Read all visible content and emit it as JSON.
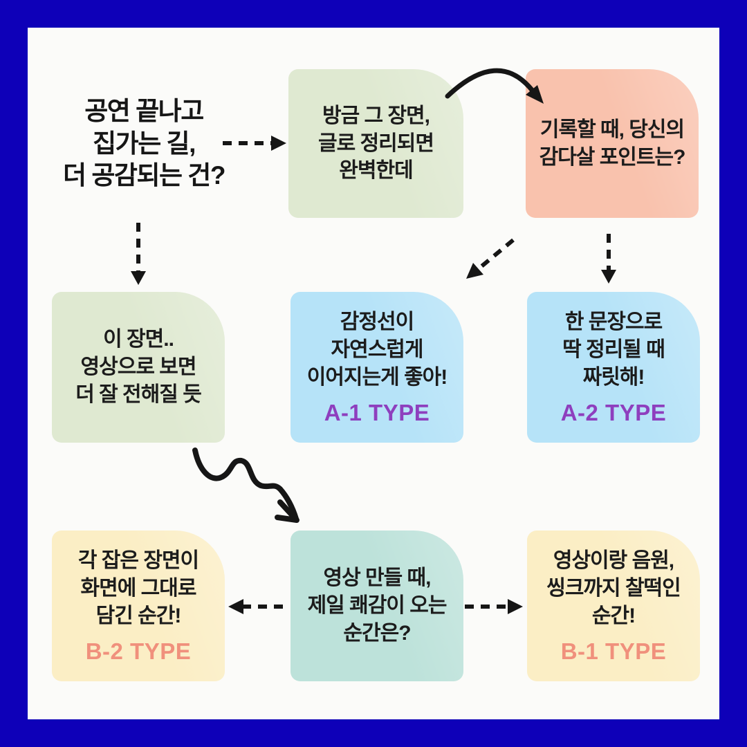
{
  "colors": {
    "frame": "#0E00B8",
    "canvas_bg": "#FBFBF9",
    "box_green": "#DFE9D1",
    "box_salmon": "#F9C2AD",
    "box_blue": "#B6E3F8",
    "box_teal": "#BDE2DA",
    "box_yellow": "#FBEEC5",
    "type_a_purple": "#8E3FBE",
    "type_b_coral": "#F0907C",
    "arrow_black": "#161616"
  },
  "title": {
    "lines": [
      "공연 끝나고",
      "집가는 길,",
      "더 공감되는 건?"
    ]
  },
  "boxes": {
    "writing": {
      "lines": [
        "방금 그 장면,",
        "글로 정리되면",
        "완벽한데"
      ]
    },
    "record": {
      "lines": [
        "기록할 때, 당신의",
        "감다살 포인트는?"
      ]
    },
    "video": {
      "lines": [
        "이 장면..",
        "영상으로 보면",
        "더 잘 전해질 듯"
      ]
    },
    "a1": {
      "lines": [
        "감정선이",
        "자연스럽게",
        "이어지는게 좋아!"
      ],
      "label": "A-1 TYPE"
    },
    "a2": {
      "lines": [
        "한 문장으로",
        "딱 정리될 때",
        "짜릿해!"
      ],
      "label": "A-2 TYPE"
    },
    "b2": {
      "lines": [
        "각 잡은 장면이",
        "화면에 그대로",
        "담긴 순간!"
      ],
      "label": "B-2 TYPE"
    },
    "editing": {
      "lines": [
        "영상 만들 때,",
        "제일 쾌감이 오는",
        "순간은?"
      ]
    },
    "b1": {
      "lines": [
        "영상이랑 음원,",
        "씽크까지 찰떡인",
        "순간!"
      ],
      "label": "B-1 TYPE"
    }
  }
}
